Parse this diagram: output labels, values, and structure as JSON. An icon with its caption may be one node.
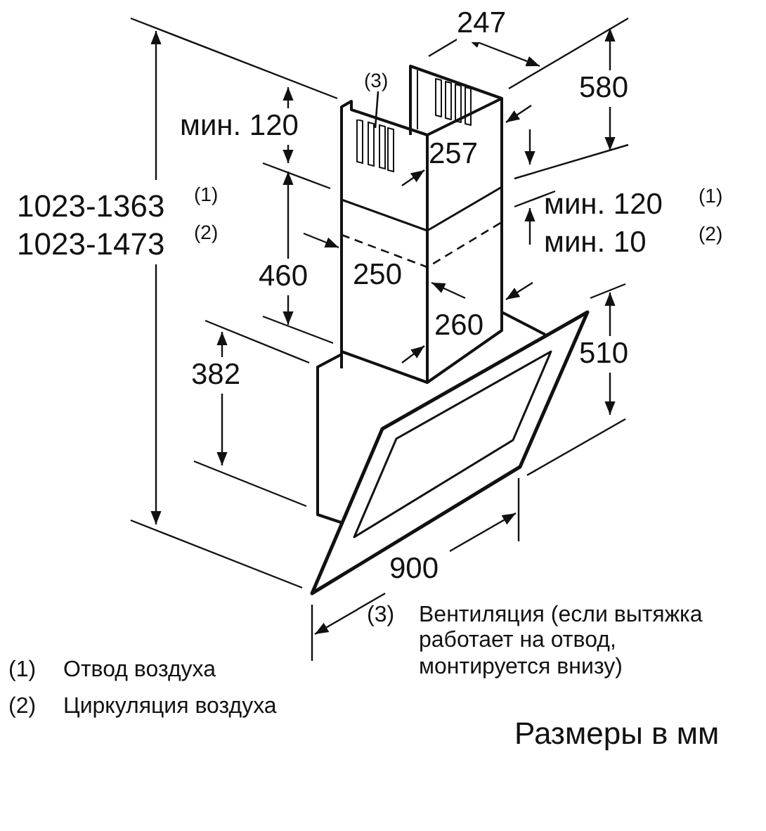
{
  "diagram": {
    "nodes": [
      {
        "text": [
          "(3)"
        ]
      },
      {
        "text": [],
        "shape": "picture"
      }
    ],
    "edges": [
      {
        "from": 0,
        "to": 1,
        "arrow": "none"
      }
    ],
    "labels": [
      "247",
      "580",
      "мин. 120",
      "257",
      "1023-1363",
      "(1)",
      "1023-1473",
      "(2)",
      "мин. 120",
      "(1)",
      "мин. 10",
      "(2)",
      "460",
      "250",
      "260",
      "510",
      "382",
      "900",
      "(1)",
      "Отвод воздуха",
      "(2)",
      "Циркуляция воздуха",
      "(3)",
      "Вентиляция (если вытяжка работает на отвод, монтируется внизу)",
      "Размеры в мм"
    ]
  }
}
